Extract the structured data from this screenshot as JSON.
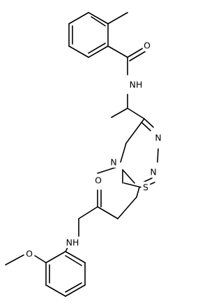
{
  "molecule": {
    "atoms": [
      {
        "id": "o_amide_top",
        "label": "O"
      },
      {
        "id": "nh_amide_top",
        "label": "NH"
      },
      {
        "id": "n_methyl_ring",
        "label": "N"
      },
      {
        "id": "n_ring_upper",
        "label": "N"
      },
      {
        "id": "n_ring_lower",
        "label": "N"
      },
      {
        "id": "s_thioether",
        "label": "S"
      },
      {
        "id": "o_amide_bottom",
        "label": "O"
      },
      {
        "id": "nh_amide_bottom",
        "label": "NH"
      },
      {
        "id": "o_methoxy",
        "label": "O"
      }
    ]
  }
}
